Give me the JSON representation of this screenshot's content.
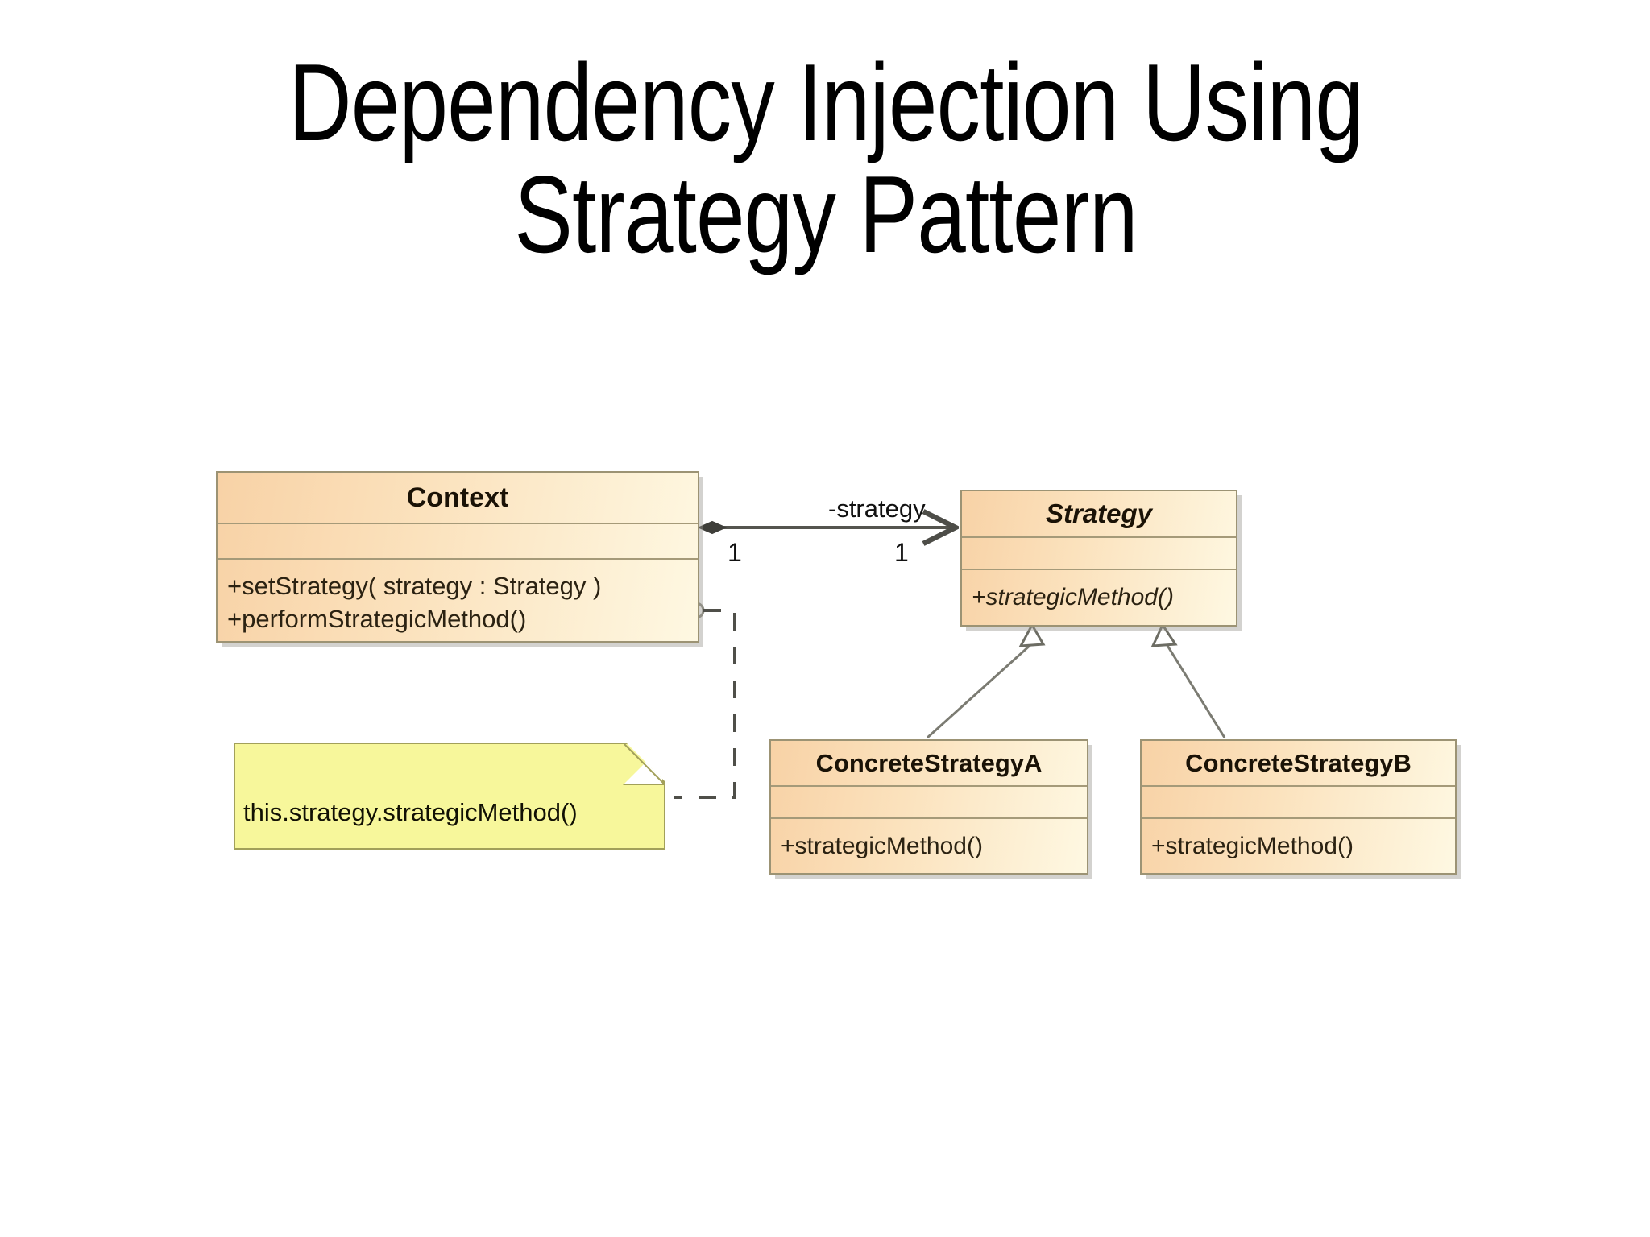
{
  "slide": {
    "title": "Dependency Injection Using\nStrategy Pattern",
    "background_color": "#ffffff"
  },
  "diagram": {
    "kind": "uml-class-diagram",
    "palette": {
      "class_fill_left": "#f8d2a6",
      "class_fill_right": "#fef8e2",
      "class_border": "#9c9374",
      "note_fill": "#f7f79b",
      "note_border": "#a2a05a",
      "line_color": "#5a5a54",
      "text_color": "#1a1206"
    },
    "classes": [
      {
        "id": "Context",
        "name": "Context",
        "abstract": false,
        "attributes": [],
        "operations": [
          "+setStrategy( strategy : Strategy )",
          "+performStrategicMethod()"
        ]
      },
      {
        "id": "Strategy",
        "name": "Strategy",
        "abstract": true,
        "attributes": [],
        "operations": [
          "+strategicMethod()"
        ]
      },
      {
        "id": "ConcreteStrategyA",
        "name": "ConcreteStrategyA",
        "abstract": false,
        "attributes": [],
        "operations": [
          "+strategicMethod()"
        ]
      },
      {
        "id": "ConcreteStrategyB",
        "name": "ConcreteStrategyB",
        "abstract": false,
        "attributes": [],
        "operations": [
          "+strategicMethod()"
        ]
      }
    ],
    "note": {
      "text": "this.strategy.strategicMethod()",
      "anchored_to": "Context"
    },
    "relationships": [
      {
        "type": "aggregation",
        "from": "Context",
        "to": "Strategy",
        "role_label": "-strategy",
        "source_multiplicity": "1",
        "target_multiplicity": "1"
      },
      {
        "type": "generalization",
        "from": "ConcreteStrategyA",
        "to": "Strategy"
      },
      {
        "type": "generalization",
        "from": "ConcreteStrategyB",
        "to": "Strategy"
      },
      {
        "type": "note-link",
        "from": "note",
        "to": "Context"
      }
    ]
  }
}
